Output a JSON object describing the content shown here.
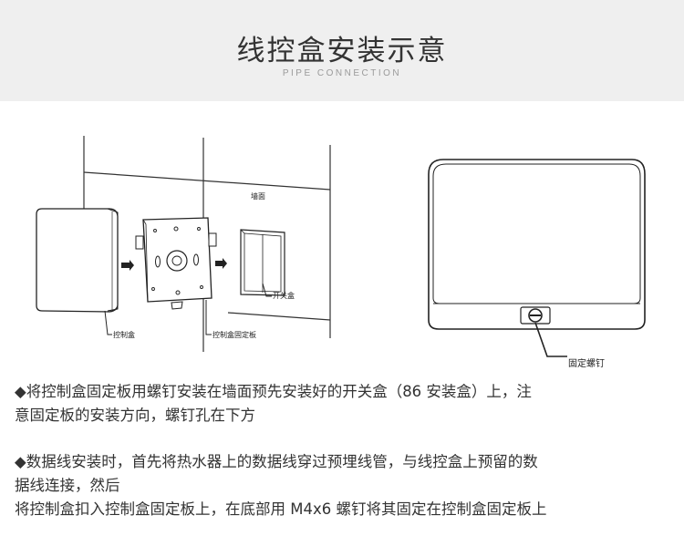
{
  "header": {
    "title": "线控盒安装示意",
    "subtitle": "PIPE CONNECTION"
  },
  "diagram": {
    "labels": {
      "wall": "墙面",
      "switch_box": "开关盒",
      "control_box": "控制盒",
      "fixing_plate": "控制盒固定板",
      "screw": "固定螺钉"
    }
  },
  "instructions": [
    {
      "lines": [
        "◆将控制盒固定板用螺钉安装在墙面预先安装好的开关盒（86 安装盒）上，注",
        "意固定板的安装方向，螺钉孔在下方"
      ]
    },
    {
      "lines": [
        "◆数据线安装时，首先将热水器上的数据线穿过预埋线管，与线控盒上预留的数",
        "据线连接，然后",
        "将控制盒扣入控制盒固定板上，在底部用 M4x6 螺钉将其固定在控制盒固定板上"
      ]
    }
  ]
}
